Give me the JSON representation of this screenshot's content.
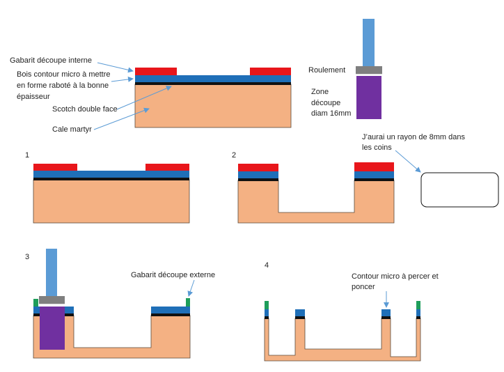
{
  "colors": {
    "wood": "#F4B183",
    "wood_stroke": "#5a4a3a",
    "red": "#E8161B",
    "blue": "#1F6FB8",
    "black": "#111111",
    "steel": "#5B9BD5",
    "bearing": "#7f7f7f",
    "cutter": "#7030A0",
    "green": "#1E9E5A",
    "arrow": "#5B9BD5"
  },
  "labels": {
    "gabarit_interne": "Gabarit découpe interne",
    "bois_line1": "Bois  contour micro à mettre",
    "bois_line2": "en forme raboté à la bonne",
    "bois_line3": "épaisseur",
    "scotch": "Scotch double face",
    "cale": "Cale martyr",
    "roulement": "Roulement",
    "zone_line1": "Zone",
    "zone_line2": "découpe",
    "zone_line3": "diam 16mm",
    "rayon_line1": "J’aurai un rayon de 8mm dans",
    "rayon_line2": "les coins",
    "gabarit_externe": "Gabarit découpe externe",
    "contour_line1": "Contour micro à percer et",
    "contour_line2": "poncer"
  },
  "steps": {
    "s1": "1",
    "s2": "2",
    "s3": "3",
    "s4": "4"
  }
}
